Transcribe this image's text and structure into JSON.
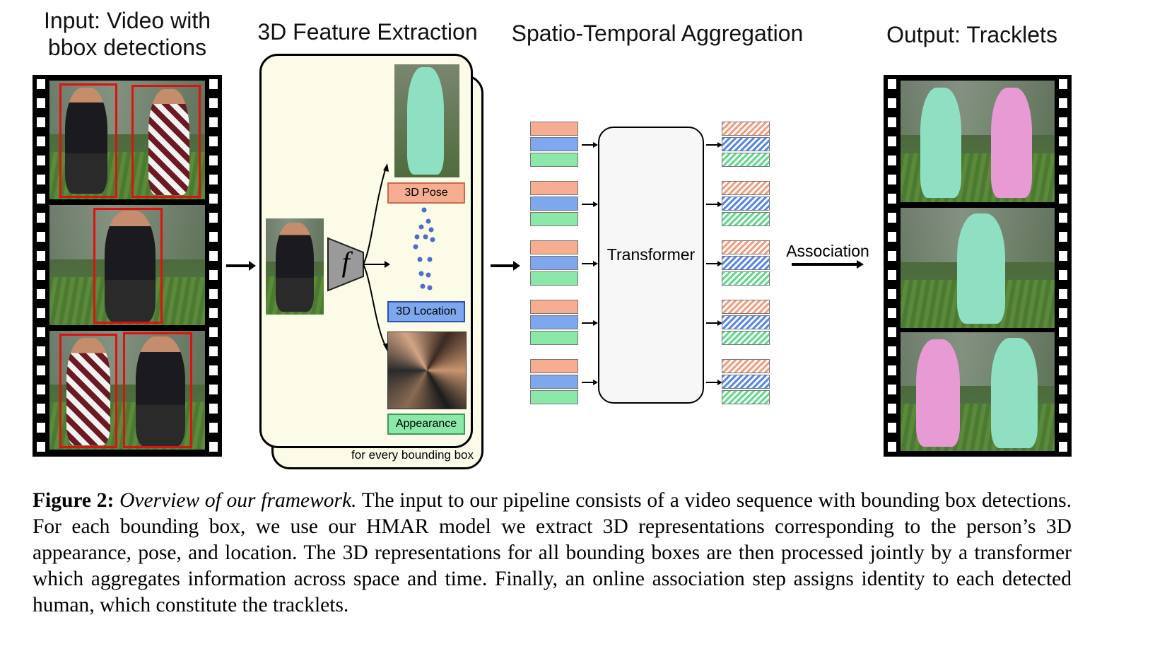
{
  "headers": {
    "input": "Input: Video with bbox detections",
    "feature": "3D Feature Extraction",
    "aggregation": "Spatio-Temporal Aggregation",
    "output": "Output: Tracklets"
  },
  "feature_box": {
    "function_symbol": "f",
    "pose_label": "3D Pose",
    "location_label": "3D Location",
    "appearance_label": "Appearance",
    "footnote": "for every bounding box"
  },
  "aggregation": {
    "transformer_label": "Transformer",
    "token_rows": 5
  },
  "association_label": "Association",
  "colors": {
    "pose": "#f6ad92",
    "location": "#7fa7ee",
    "appearance": "#8ce8a9",
    "bbox": "#e01010",
    "mesh_person_a": "#8fe0c2",
    "mesh_person_b": "#e79ad3"
  },
  "caption": {
    "figure_label": "Figure 2:",
    "title": "Overview of our framework.",
    "body": "The input to our pipeline consists of a video sequence with bounding box detections. For each bounding box, we use our HMAR model we extract 3D representations corresponding to the person’s 3D appearance, pose, and location. The 3D representations for all bounding boxes are then processed jointly by a transformer which aggregates information across space and time. Finally, an online association step assigns identity to each detected human, which constitute the tracklets."
  }
}
